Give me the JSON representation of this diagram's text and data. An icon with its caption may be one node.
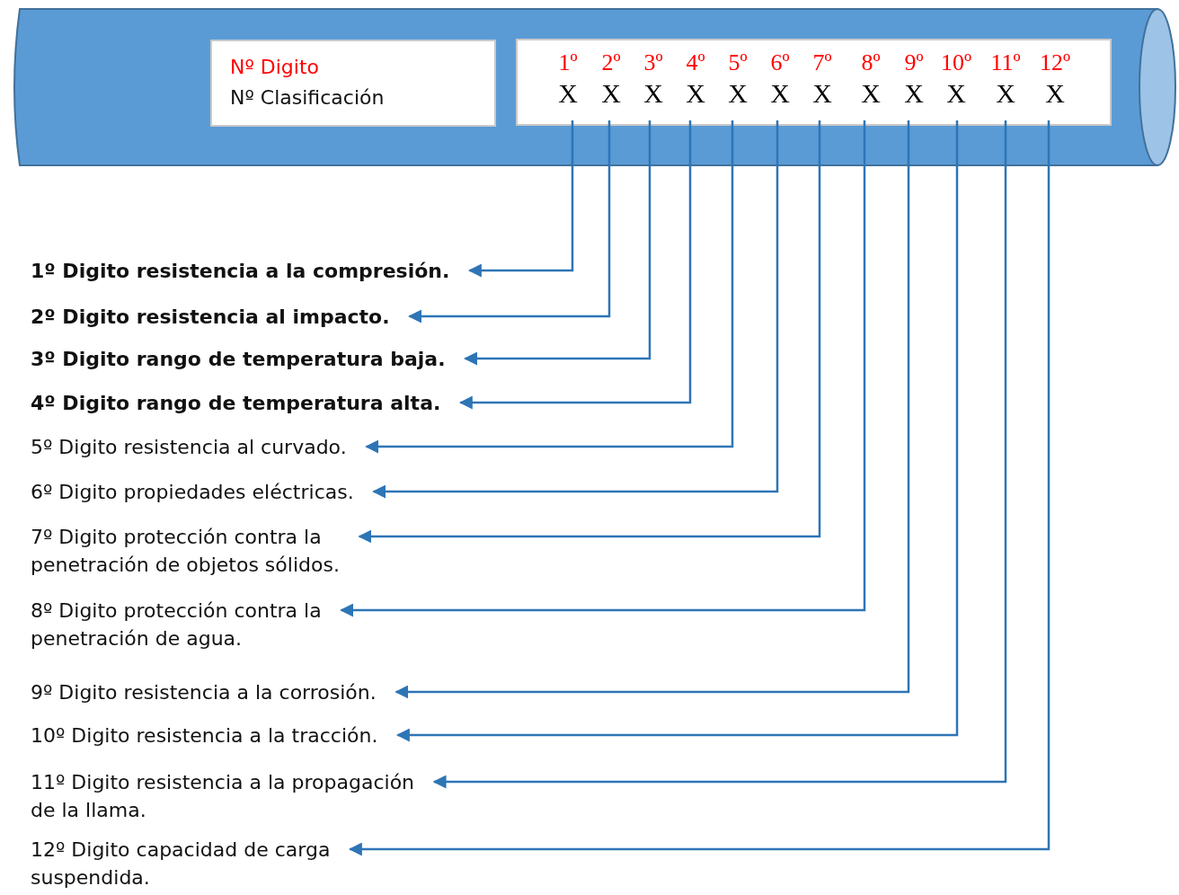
{
  "diagram": {
    "nodes": [
      {
        "text": [],
        "shape": "cylinder"
      },
      {
        "text": [
          "Nº Digito",
          "Nº Clasificación"
        ],
        "in": 0
      },
      {
        "text": [],
        "shape": "box",
        "in": 0
      },
      {
        "text": [
          "1º",
          "X"
        ],
        "in": 2
      },
      {
        "text": [
          "2º",
          "X"
        ],
        "in": 2
      },
      {
        "text": [
          "3º",
          "X"
        ],
        "in": 2
      },
      {
        "text": [
          "4º",
          "X"
        ],
        "in": 2
      },
      {
        "text": [
          "5º",
          "X"
        ],
        "in": 2
      },
      {
        "text": [
          "6º",
          "X"
        ],
        "in": 2
      },
      {
        "text": [
          "7º",
          "X"
        ],
        "in": 2
      },
      {
        "text": [
          "8º",
          "X"
        ],
        "in": 2
      },
      {
        "text": [
          "9º",
          "X"
        ],
        "in": 2
      },
      {
        "text": [
          "10º",
          "X"
        ],
        "in": 2
      },
      {
        "text": [
          "11º",
          "X"
        ],
        "in": 2
      },
      {
        "text": [
          "12º",
          "X"
        ],
        "in": 2
      },
      {
        "text": [
          "1º Digito resistencia a la compresión."
        ]
      },
      {
        "text": [
          "2º Digito resistencia al impacto."
        ]
      },
      {
        "text": [
          "3º Digito rango de temperatura baja."
        ]
      },
      {
        "text": [
          "4º Digito rango de temperatura alta."
        ]
      },
      {
        "text": [
          "5º Digito resistencia al curvado."
        ]
      },
      {
        "text": [
          "6º Digito propiedades eléctricas."
        ]
      },
      {
        "text": [
          "7º Digito protección contra la penetración de objetos sólidos."
        ]
      },
      {
        "text": [
          "8º Digito protección contra la penetración de agua."
        ]
      },
      {
        "text": [
          "9º Digito resistencia a la corrosión."
        ]
      },
      {
        "text": [
          "10º Digito resistencia a la tracción."
        ]
      },
      {
        "text": [
          "11º Digito resistencia a la propagación de la llama."
        ]
      },
      {
        "text": [
          "12º Digito capacidad de carga suspendida."
        ]
      }
    ],
    "edges": [
      {
        "from": 3,
        "to": 15,
        "arrow": "to"
      },
      {
        "from": 4,
        "to": 16,
        "arrow": "to"
      },
      {
        "from": 5,
        "to": 17,
        "arrow": "to"
      },
      {
        "from": 6,
        "to": 18,
        "arrow": "to"
      },
      {
        "from": 7,
        "to": 19,
        "arrow": "to"
      },
      {
        "from": 8,
        "to": 20,
        "arrow": "to"
      },
      {
        "from": 9,
        "to": 21,
        "arrow": "to"
      },
      {
        "from": 10,
        "to": 22,
        "arrow": "to"
      },
      {
        "from": 11,
        "to": 23,
        "arrow": "to"
      },
      {
        "from": 12,
        "to": 24,
        "arrow": "to"
      },
      {
        "from": 13,
        "to": 25,
        "arrow": "to"
      },
      {
        "from": 14,
        "to": 26,
        "arrow": "to"
      }
    ]
  }
}
